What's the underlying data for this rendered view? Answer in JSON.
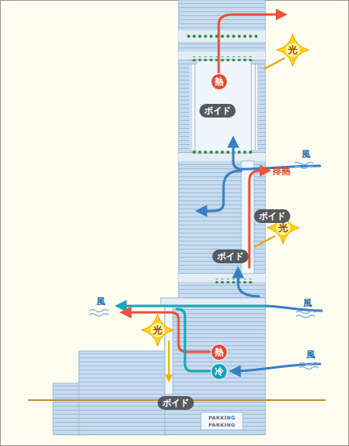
{
  "diagram": {
    "nodes": [
      {
        "text": [
          "熱"
        ]
      },
      {
        "text": [
          "ボイド"
        ]
      },
      {
        "text": [
          "ボイド"
        ]
      },
      {
        "text": [
          "ボイド"
        ]
      },
      {
        "text": [
          "熱"
        ]
      },
      {
        "text": [
          "冷"
        ]
      },
      {
        "text": [
          "ボイド"
        ]
      }
    ],
    "edges": [],
    "labels": [
      "光",
      "風",
      "排熱",
      "光",
      "風",
      "風",
      "光",
      "風",
      "PARKING",
      "PARKING"
    ]
  }
}
